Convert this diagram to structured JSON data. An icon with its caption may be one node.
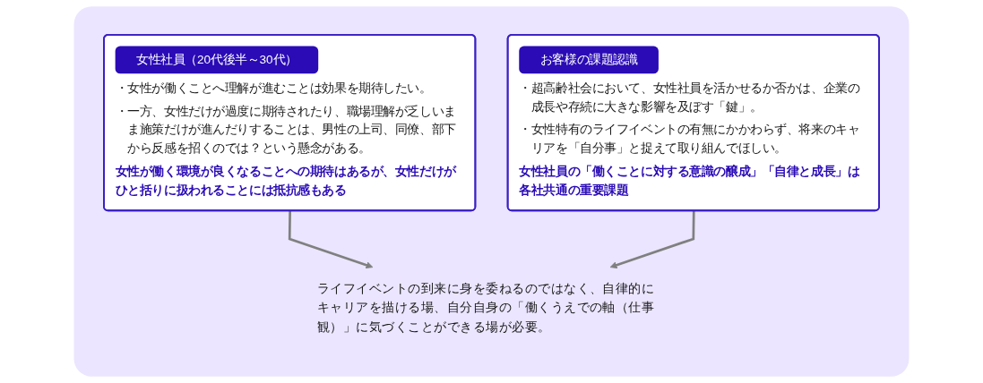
{
  "diagram": {
    "nodes": [
      {
        "text": [],
        "shape": "box"
      },
      {
        "text": [
          "女性社員（20代後半～30代）",
          "・女性が働くことへ理解が進むことは効果を期待したい。",
          "・一方、女性だけが過度に期待されたり、職場理解が乏しいまま施策だけが進んだりすることは、男性の上司、同僚、部下から反感を招くのでは？という懸念がある。",
          "女性が働く環境が良くなることへの期待はあるが、女性だけがひと括りに扱われることには抵抗感もある"
        ],
        "in": 0
      },
      {
        "text": [
          "お客様の課題認識",
          "・超高齢社会において、女性社員を活かせるか否かは、企業の成長や存続に大きな影響を及ぼす「鍵」。",
          "・女性特有のライフイベントの有無にかかわらず、将来のキャリアを「自分事」と捉えて取り組んでほしい。",
          "女性社員の「働くことに対する意識の醸成」「自律と成長」は各社共通の重要課題"
        ],
        "in": 0
      },
      {
        "text": [
          "ライフイベントの到来に身を委ねるのではなく、自律的にキャリアを描ける場、自分自身の「働くうえでの軸（仕事観）」に気づくことができる場が必要。"
        ],
        "in": 0
      }
    ],
    "edges": [
      {
        "from": 1,
        "to": 3,
        "arrow": "to"
      },
      {
        "from": 2,
        "to": 3,
        "arrow": "to"
      }
    ]
  }
}
